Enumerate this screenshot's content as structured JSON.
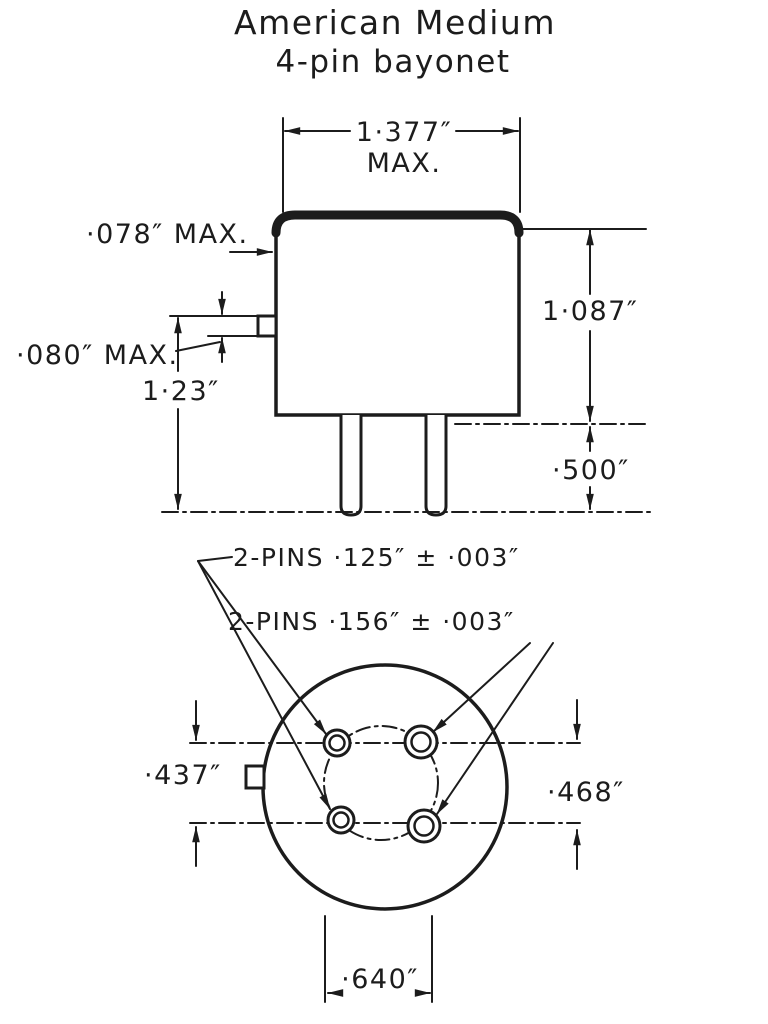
{
  "title": {
    "line1": "American Medium",
    "line2": "4-pin bayonet"
  },
  "side_view": {
    "overall_width": "1·377″",
    "overall_width_qualifier": "MAX.",
    "rim_offset": "·078″ MAX.",
    "bayonet_pin_size": "·080″ MAX.",
    "shell_height": "1·23″",
    "body_height": "1·087″",
    "pin_length": "·500″"
  },
  "pin_view": {
    "small_pins_label": "2-PINS ·125″ ± ·003″",
    "large_pins_label": "2-PINS ·156″ ± ·003″",
    "small_pin_spacing": "·437″",
    "large_pin_spacing": "·468″",
    "pin_row_spacing": "·640″"
  },
  "colors": {
    "ink": "#1c1c1c",
    "paper": "#ffffff"
  }
}
